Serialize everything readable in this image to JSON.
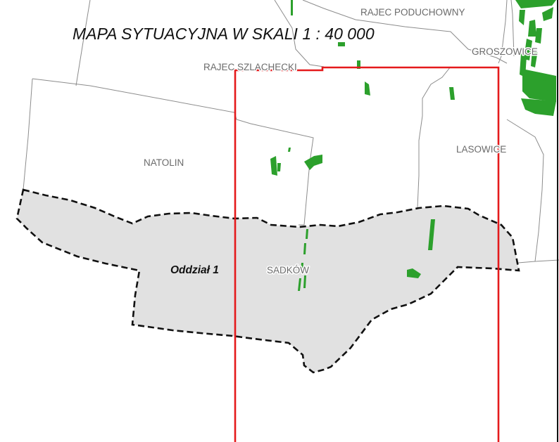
{
  "map": {
    "title": "MAPA SYTUACYJNA W SKALI  1 : 40 000",
    "places": {
      "rajec_poduchowny": "RAJEC PODUCHOWNY",
      "groszowice": "GROSZOWICE",
      "rajec_szlachecki": "RAJEC SZLACHECKI",
      "natolin": "NATOLIN",
      "lasowice": "LASOWICE",
      "sadkow": "SADKÓW"
    },
    "unit_label": "Oddział 1",
    "colors": {
      "frame_red": "#e41a1c",
      "forest_green": "#2ca02c",
      "unit_fill": "#e1e1e1",
      "boundary": "#8c8c8c",
      "text_grey": "#6b6b6b"
    }
  }
}
